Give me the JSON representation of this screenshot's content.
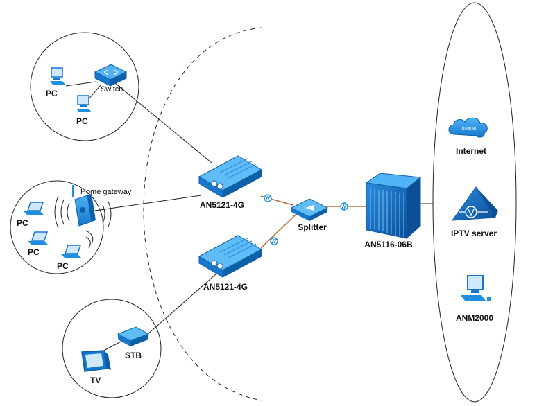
{
  "labels": {
    "pc": "PC",
    "switch": "Switch",
    "home_gateway": "Home gateway",
    "onu": "AN5121-4G",
    "splitter": "Splitter",
    "olt": "AN5116-06B",
    "internet": "Internet",
    "internet_cloud_text": "Internet",
    "iptv_server": "IPTV server",
    "anm": "ANM2000",
    "stb": "STB",
    "tv": "TV"
  },
  "colors": {
    "device_blue": "#1f8fe0",
    "device_dark": "#0d5fa8",
    "fiber": "#b5713a",
    "line": "#222222"
  }
}
